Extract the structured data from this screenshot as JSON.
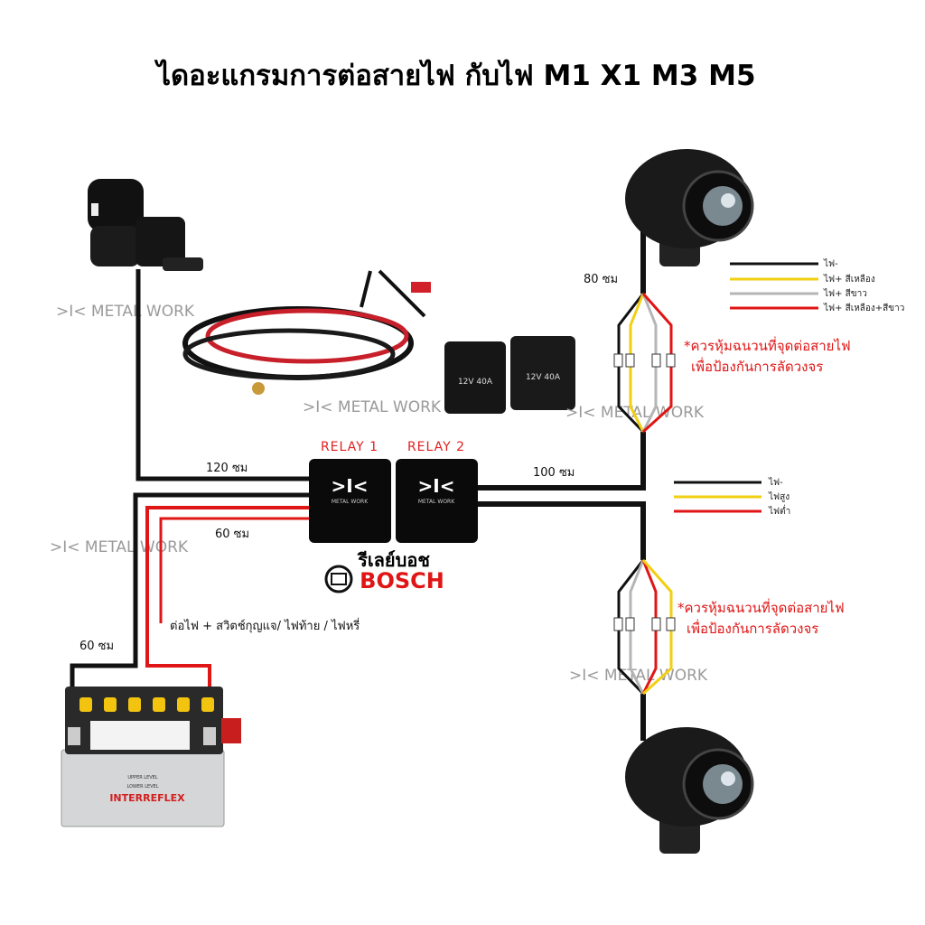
{
  "title": "ไดอะแกรมการต่อสายไฟ กับไฟ M1 X1 M3 M5",
  "watermark": ">I< METAL WORK",
  "relays": [
    {
      "label": "RELAY 1",
      "logo": ">I<",
      "brand": "METAL WORK"
    },
    {
      "label": "RELAY 2",
      "logo": ">I<",
      "brand": "METAL WORK"
    }
  ],
  "bosch": {
    "thai": "รีเลย์บอช",
    "name": "BOSCH"
  },
  "lengths": {
    "switch_to_relay": "120 ซม",
    "relay_to_light": "100 ซม",
    "light_top": "80 ซม",
    "relay_to_battery": "60 ซม",
    "battery": "60 ซม"
  },
  "accessory_note": "ต่อไฟ + สวิตช์กุญแจ/ ไฟท้าย / ไฟหรี่",
  "warning": {
    "line1": "*ควรหุ้มฉนวนที่จุดต่อสายไฟ",
    "line2": "เพื่อป้องกันการลัดวงจร"
  },
  "legend_top": [
    {
      "label": "ไฟ-",
      "color": "#111111"
    },
    {
      "label": "ไฟ+ สีเหลือง",
      "color": "#f2cf10"
    },
    {
      "label": "ไฟ+ สีขาว",
      "color": "#b5b5b5"
    },
    {
      "label": "ไฟ+ สีเหลือง+สีขาว",
      "color": "#e01515"
    }
  ],
  "legend_mid": [
    {
      "label": "ไฟ-",
      "color": "#111111"
    },
    {
      "label": "ไฟสูง",
      "color": "#f2cf10"
    },
    {
      "label": "ไฟต่ำ",
      "color": "#e01515"
    }
  ],
  "relay_photo": {
    "rating": "12V 40A"
  },
  "battery": {
    "brand": "INTERREFLEX",
    "upper": "UPPER LEVEL",
    "lower": "LOWER LEVEL"
  }
}
